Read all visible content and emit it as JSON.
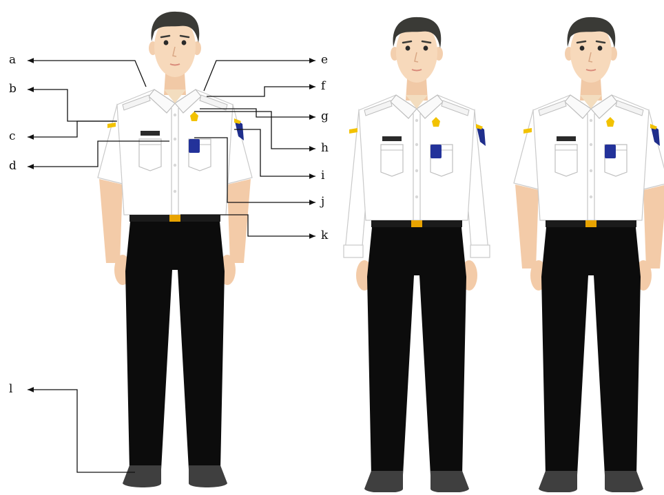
{
  "labels": {
    "a": "a",
    "b": "b",
    "c": "c",
    "d": "d",
    "e": "e",
    "f": "f",
    "g": "g",
    "h": "h",
    "i": "i",
    "j": "j",
    "k": "k",
    "l": "l"
  },
  "colors": {
    "shirt": "#ffffff",
    "pants": "#0c0c0c",
    "hair": "#3a3a36",
    "skin": "#f6d6b8",
    "shoes": "#3f3f3f",
    "badge_gold": "#f2c200",
    "pen_blue": "#23329a",
    "arm_patch_blue": "#1f2e8c",
    "buckle": "#e8a300",
    "line": "#111111"
  }
}
